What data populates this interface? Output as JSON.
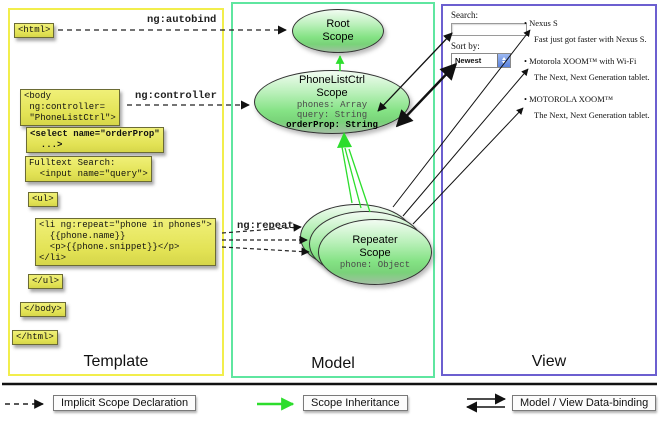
{
  "panels": {
    "template": {
      "label": "Template",
      "border_color": "#f2ee4c"
    },
    "model": {
      "label": "Model",
      "border_color": "#5fe6a0"
    },
    "view": {
      "label": "View",
      "border_color": "#6c5fd0"
    }
  },
  "template_panel": {
    "boxes": {
      "html_open": "<html>",
      "body_open": "<body\n ng:controller=\n \"PhoneListCtrl\">",
      "select": "<select name=\"orderProp\"\n  ...>",
      "fulltext": "Fulltext Search:\n  <input name=\"query\">",
      "ul_open": "<ul>",
      "li_repeat": "<li ng:repeat=\"phone in phones\">\n  {{phone.name}}\n  <p>{{phone.snippet}}</p>\n</li>",
      "ul_close": "</ul>",
      "body_close": "</body>",
      "html_close": "</html>"
    },
    "directives": {
      "autobind": "ng:autobind",
      "controller": "ng:controller",
      "repeat": "ng:repeat"
    }
  },
  "model_panel": {
    "root_scope": {
      "title": "Root\nScope"
    },
    "phonelistctrl_scope": {
      "title": "PhoneListCtrl\nScope",
      "prop_phones": "phones: Array",
      "prop_query": "query: String",
      "prop_orderprop": "orderProp: String"
    },
    "repeater_scope": {
      "title": "Repeater\nScope",
      "prop_phone": "phone: Object"
    }
  },
  "view_panel": {
    "search_label": "Search:",
    "search_value": "",
    "sort_label": "Sort by:",
    "sort_value": "Newest",
    "bullet": "•",
    "items": [
      {
        "title": "Nexus S",
        "desc": "Fast just got faster with Nexus S."
      },
      {
        "title": "Motorola XOOM™ with Wi-Fi",
        "desc": "The Next, Next Generation tablet."
      },
      {
        "title": "MOTOROLA XOOM™",
        "desc": "The Next, Next Generation tablet."
      }
    ]
  },
  "legend": {
    "implicit": "Implicit Scope Declaration",
    "inheritance": "Scope Inheritance",
    "databinding": "Model / View Data-binding"
  },
  "colors": {
    "scope_fill_green": "#84e284",
    "box_yellow": "#e9e95e",
    "inheritance_arrow_green": "#2ddd2d",
    "arrow_black": "#111111"
  }
}
